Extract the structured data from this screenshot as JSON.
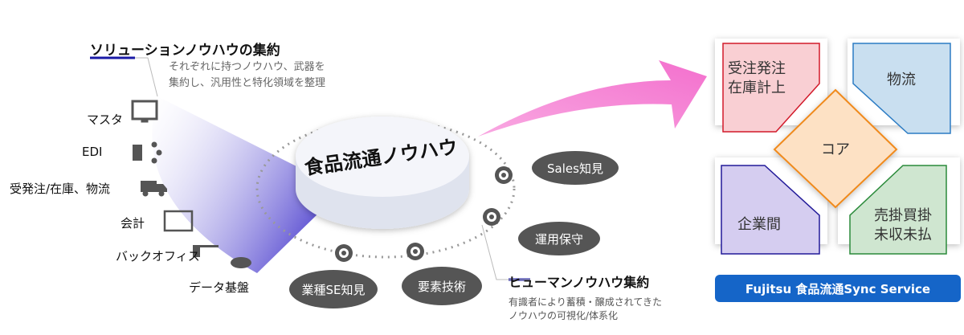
{
  "solution": {
    "title": "ソリューションノウハウの集約",
    "desc1": "それぞれに持つノウハウ、武器を",
    "desc2": "集約し、汎用性と特化領域を整理",
    "items": [
      {
        "label": "マスタ",
        "icon": "monitor-book-icon"
      },
      {
        "label": "EDI",
        "icon": "building-network-icon"
      },
      {
        "label": "受発注/在庫、物流",
        "icon": "truck-icon"
      },
      {
        "label": "会計",
        "icon": "document-edit-icon"
      },
      {
        "label": "バックオフィス",
        "icon": "desk-icon"
      },
      {
        "label": "データ基盤",
        "icon": "cloud-network-icon"
      }
    ]
  },
  "core": {
    "label": "食品流通ノウハウ"
  },
  "bubbles": {
    "sales": "Sales知見",
    "ops": "運用保守",
    "se": "業種SE知見",
    "tech": "要素技術"
  },
  "human": {
    "title": "ヒューマンノウハウ集約",
    "desc1": "有識者により蓄積・醸成されてきた",
    "desc2": "ノウハウの可視化/体系化"
  },
  "tiles": {
    "order1": "受注発注",
    "order2": "在庫計上",
    "logistics": "物流",
    "core": "コア",
    "b2b": "企業間",
    "ar1": "売掛買掛",
    "ar2": "未収未払"
  },
  "service": "Fujitsu 食品流通Sync Service",
  "colors": {
    "accent": "#1a1aa6",
    "pink": "#f47fd0",
    "service": "#1565c8"
  }
}
